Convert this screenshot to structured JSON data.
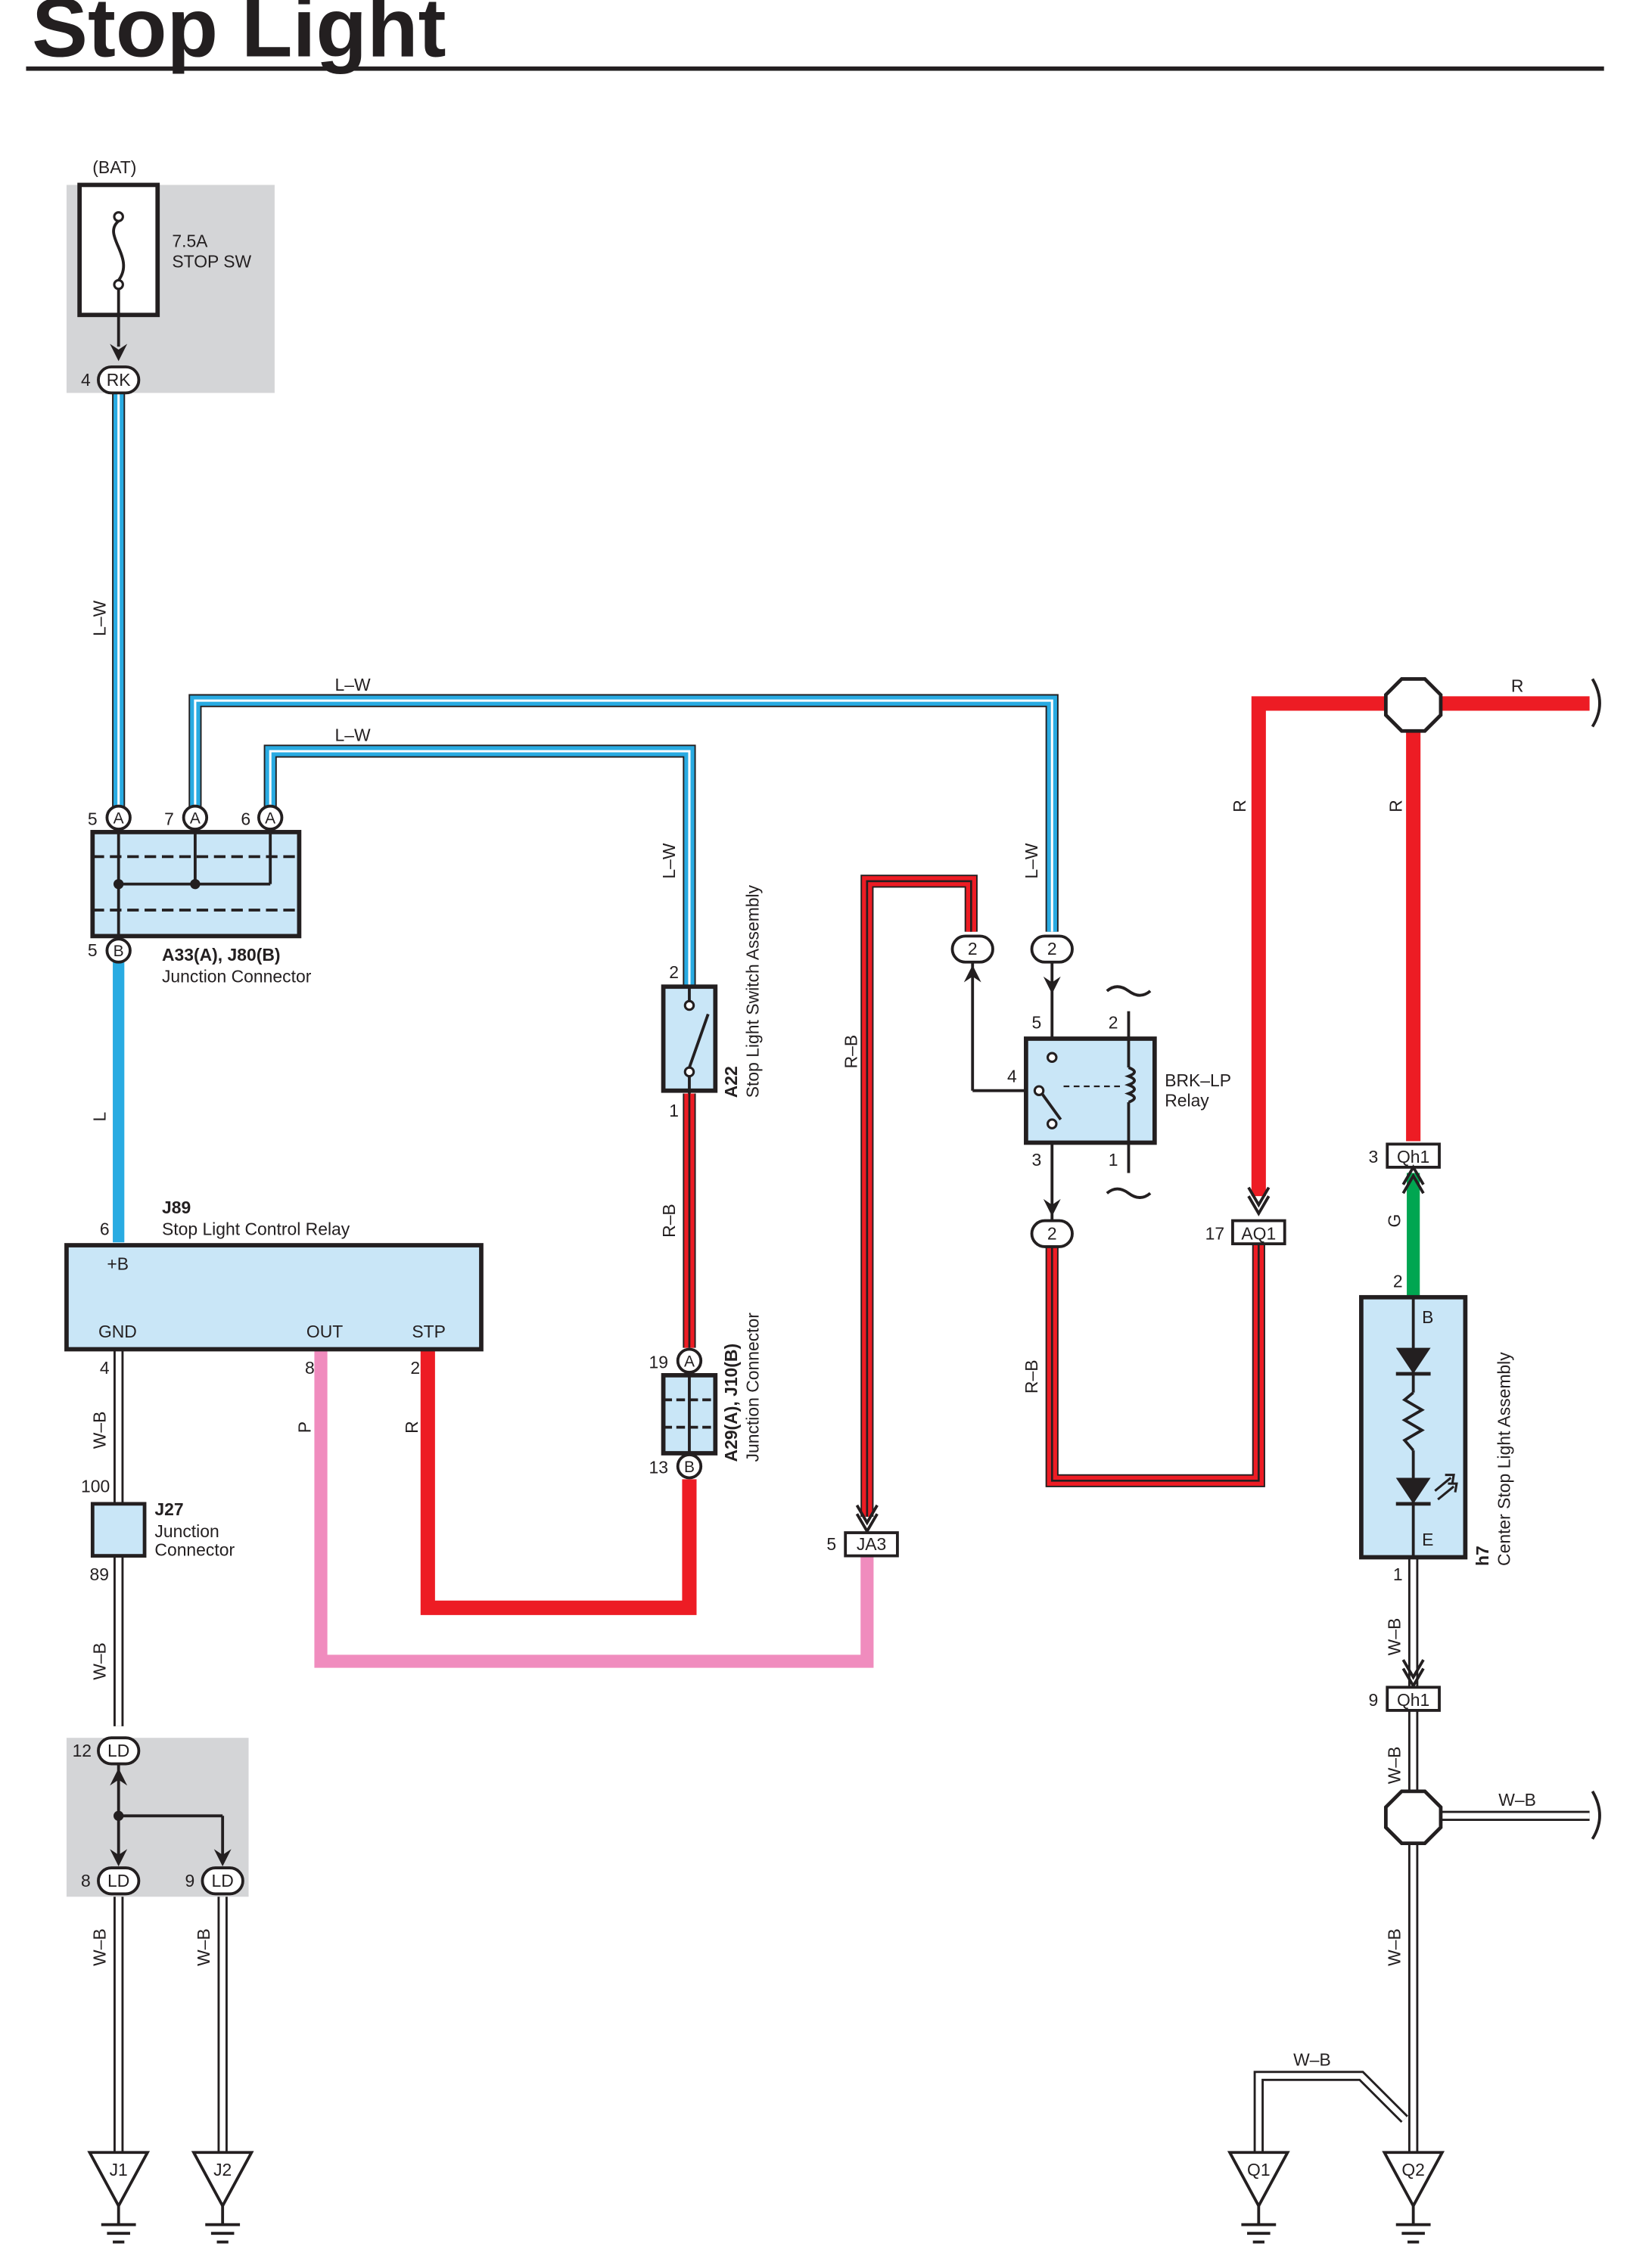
{
  "title": "Stop Light",
  "colors": {
    "blue_wire": "#29abe2",
    "red_wire": "#ed1c24",
    "pink_wire": "#f08cbe",
    "green_wire": "#00a651",
    "component_fill": "#c9e6f7",
    "shade": "#d4d5d7"
  },
  "fuse": {
    "source": "(BAT)",
    "rating": "7.5A",
    "name": "STOP SW",
    "pin_num": "4",
    "pin_code": "RK"
  },
  "jc_a33": {
    "pins": [
      {
        "num": "5",
        "code": "A"
      },
      {
        "num": "7",
        "code": "A"
      },
      {
        "num": "6",
        "code": "A"
      },
      {
        "num": "5",
        "code": "B"
      }
    ],
    "name": "A33(A), J80(B)",
    "desc": "Junction Connector"
  },
  "relay_j89": {
    "id": "J89",
    "name": "Stop Light Control Relay",
    "plus_pin": "6",
    "plus_label": "+B",
    "gnd_label": "GND",
    "out_label": "OUT",
    "stp_label": "STP",
    "gnd_pin": "4",
    "out_pin": "8",
    "stp_pin": "2"
  },
  "j27": {
    "id": "J27",
    "name_1": "Junction",
    "name_2": "Connector",
    "pin_top": "100",
    "pin_bottom": "89"
  },
  "ld": {
    "code": "LD",
    "pin_top": "12",
    "pin_left": "8",
    "pin_right": "9"
  },
  "grounds": {
    "j1": "J1",
    "j2": "J2",
    "q1": "Q1",
    "q2": "Q2"
  },
  "switch_a22": {
    "id": "A22",
    "name": "Stop Light Switch Assembly",
    "pin_top": "2",
    "pin_bottom": "1"
  },
  "jc_a29": {
    "name": "A29(A), J10(B)",
    "desc": "Junction Connector",
    "pin_top_num": "19",
    "pin_top_code": "A",
    "pin_bottom_num": "13",
    "pin_bottom_code": "B"
  },
  "ja3": {
    "num": "5",
    "code": "JA3"
  },
  "brk_relay": {
    "name": "BRK–LP",
    "desc": "Relay",
    "pin_5": "5",
    "pin_2": "2",
    "pin_4": "4",
    "pin_3": "3",
    "pin_1": "1",
    "conn": "2"
  },
  "aq1": {
    "num": "17",
    "code": "AQ1"
  },
  "qh1": {
    "code": "Qh1",
    "pin_top": "3",
    "pin_bottom": "9"
  },
  "h7": {
    "id": "h7",
    "name": "Center Stop Light Assembly",
    "pin_top": "2",
    "pin_bottom": "1",
    "b_label": "B",
    "e_label": "E"
  },
  "wires": {
    "lw": "L–W",
    "l": "L",
    "rb": "R–B",
    "r": "R",
    "p": "P",
    "wb": "W–B",
    "g": "G"
  }
}
